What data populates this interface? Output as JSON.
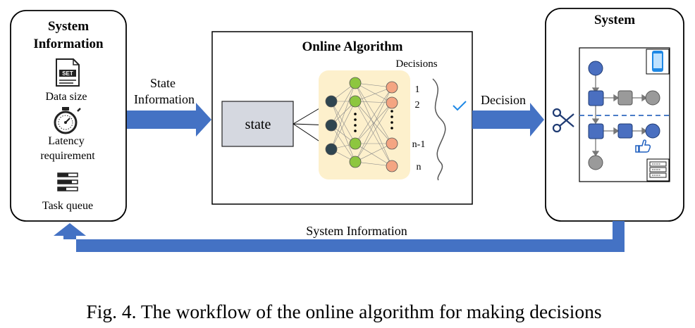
{
  "system_information_box": {
    "title_line1": "System",
    "title_line2": "Information",
    "items": [
      {
        "icon": "document-set-icon",
        "icon_text": "SET",
        "label_lines": [
          "Data size"
        ]
      },
      {
        "icon": "stopwatch-icon",
        "label_lines": [
          "Latency",
          "requirement"
        ]
      },
      {
        "icon": "task-queue-icon",
        "label_lines": [
          "Task queue"
        ]
      }
    ]
  },
  "state_arrow": {
    "label_line1": "State",
    "label_line2": "Information"
  },
  "online_algorithm": {
    "title": "Online Algorithm",
    "state_label": "state",
    "decisions_title": "Decisions",
    "decision_indices": [
      "1",
      "2",
      "n-1",
      "n"
    ]
  },
  "decision_arrow": {
    "label": "Decision"
  },
  "system_box": {
    "title": "System"
  },
  "feedback_arrow": {
    "label": "System Information"
  },
  "caption": "Fig. 4.  The workflow of the online algorithm for making decisions",
  "colors": {
    "arrow_blue": "#4472c4",
    "state_box_fill": "#d5d8e0",
    "nn_background": "#fdf0cc",
    "input_neuron": "#2f4550",
    "hidden_neuron": "#8dc63f",
    "output_neuron": "#f4a582",
    "flow_blue": "#4a6fc0",
    "flow_gray": "#9a9a9a"
  }
}
